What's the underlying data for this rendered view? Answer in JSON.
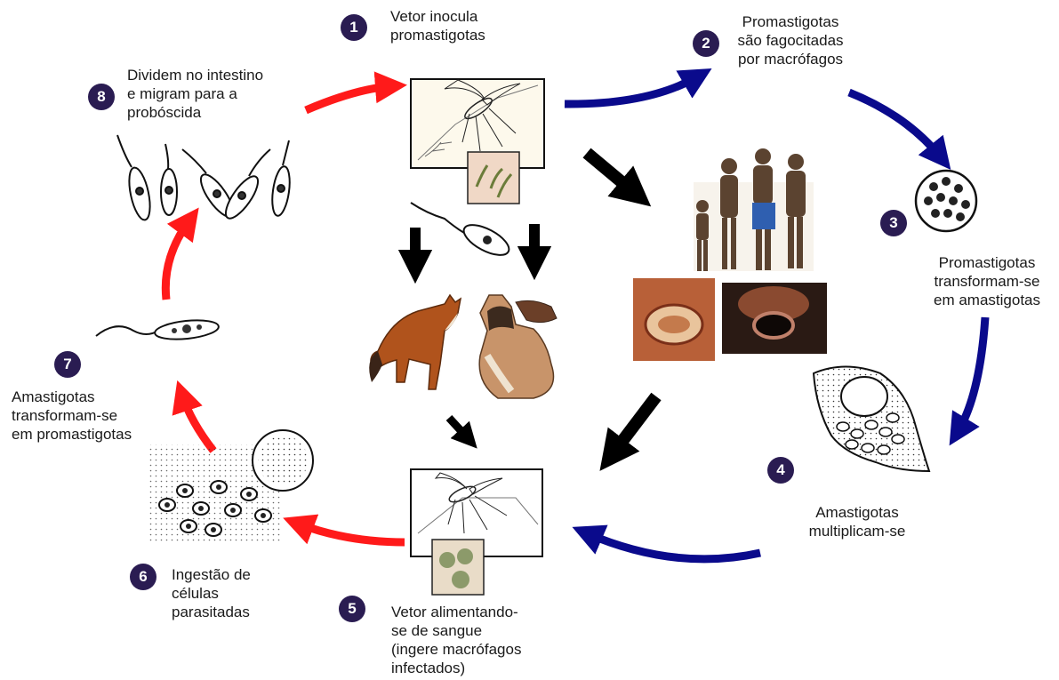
{
  "steps": [
    {
      "number": "1",
      "text": "Vetor inocula\npromastigotas"
    },
    {
      "number": "2",
      "text": "Promastigotas\nsão fagocitadas\npor macrófagos"
    },
    {
      "number": "3",
      "text": "Promastigotas\ntransformam-se\nem amastigotas"
    },
    {
      "number": "4",
      "text": "Amastigotas\nmultiplicam-se"
    },
    {
      "number": "5",
      "text": "Vetor alimentando-\nse de sangue\n(ingere macrófagos\ninfectados)"
    },
    {
      "number": "6",
      "text": "Ingestão de\ncélulas\nparasitadas"
    },
    {
      "number": "7",
      "text": "Amastigotas\ntransformam-se\nem promastigotas"
    },
    {
      "number": "8",
      "text": "Dividem no intestino\ne migram para a\nprobóscida"
    }
  ],
  "colors": {
    "badge": "#2a1c52",
    "vector_arrows": "#ff1a1a",
    "host_arrows": "#0a0a8c",
    "transmission_arrows": "#000000"
  }
}
